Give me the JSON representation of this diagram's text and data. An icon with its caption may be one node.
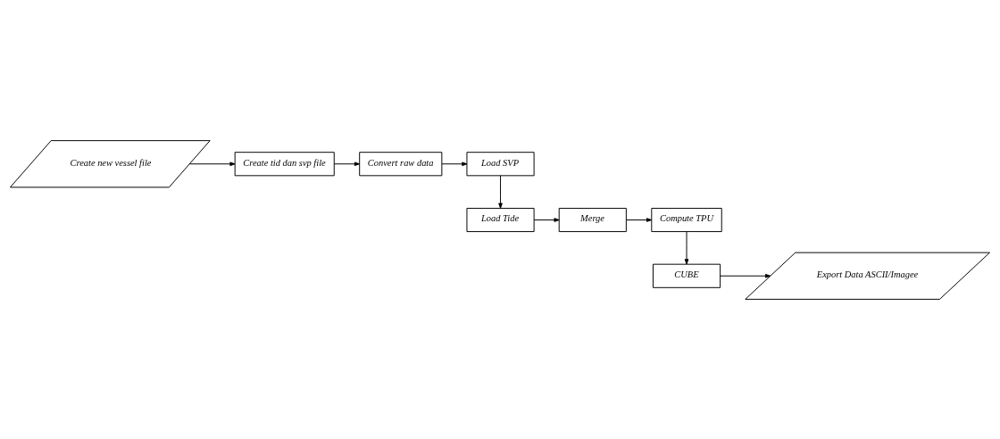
{
  "diagram": {
    "nodes": [
      {
        "text": [
          "Create new vessel file"
        ]
      },
      {
        "text": [
          "Create tid dan svp file"
        ]
      },
      {
        "text": [
          "Convert raw data"
        ]
      },
      {
        "text": [
          "Load SVP"
        ]
      },
      {
        "text": [
          "Load Tide"
        ]
      },
      {
        "text": [
          "Merge"
        ]
      },
      {
        "text": [
          "Compute TPU"
        ]
      },
      {
        "text": [
          "CUBE"
        ]
      },
      {
        "text": [
          "Export Data ASCII/Imagee"
        ]
      }
    ],
    "edges": [
      {
        "from": 0,
        "to": 1,
        "arrow": "to"
      },
      {
        "from": 1,
        "to": 2,
        "arrow": "to"
      },
      {
        "from": 2,
        "to": 3,
        "arrow": "to"
      },
      {
        "from": 3,
        "to": 4,
        "arrow": "to"
      },
      {
        "from": 4,
        "to": 5,
        "arrow": "to"
      },
      {
        "from": 5,
        "to": 6,
        "arrow": "to"
      },
      {
        "from": 6,
        "to": 7,
        "arrow": "to"
      },
      {
        "from": 7,
        "to": 8,
        "arrow": "to"
      }
    ]
  }
}
